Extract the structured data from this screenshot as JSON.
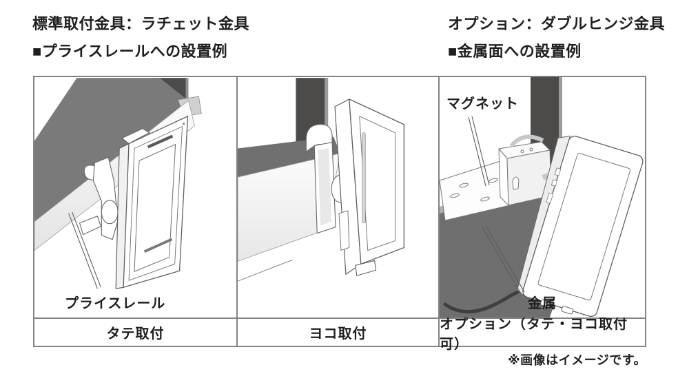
{
  "headers": {
    "left": {
      "line1": "標準取付金具：ラチェット金具",
      "line2": "■プライスレールへの設置例"
    },
    "right": {
      "line1": "オプション：ダブルヒンジ金具",
      "line2": "■金属面への設置例"
    }
  },
  "panels": [
    {
      "caption": "タテ取付",
      "labels": {
        "rail": "プライスレール"
      }
    },
    {
      "caption": "ヨコ取付",
      "labels": {}
    },
    {
      "caption": "オプション（タテ・ヨコ取付可）",
      "labels": {
        "magnet": "マグネット",
        "metal": "金属"
      }
    }
  ],
  "footnote": "※画像はイメージです。",
  "colors": {
    "pole": "#4d4b49",
    "shelf_top": "#7a7a7a",
    "metal_beam": "#6f6f6f",
    "beam_highlight": "#b0b0b0",
    "rail_face": "#f4f4f4",
    "outline": "#5f5f5f",
    "frame_border": "#838383",
    "cable": "#3f3f3f"
  }
}
